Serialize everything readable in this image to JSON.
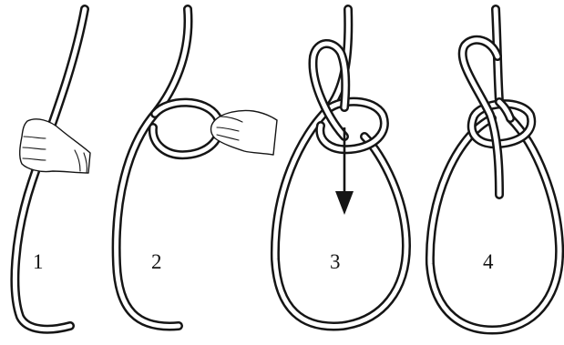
{
  "diagram": {
    "steps": [
      {
        "number": "1"
      },
      {
        "number": "2"
      },
      {
        "number": "3"
      },
      {
        "number": "4"
      }
    ],
    "colors": {
      "ink": "#151515",
      "rope_fill": "#ffffff",
      "background": "#ffffff"
    }
  }
}
